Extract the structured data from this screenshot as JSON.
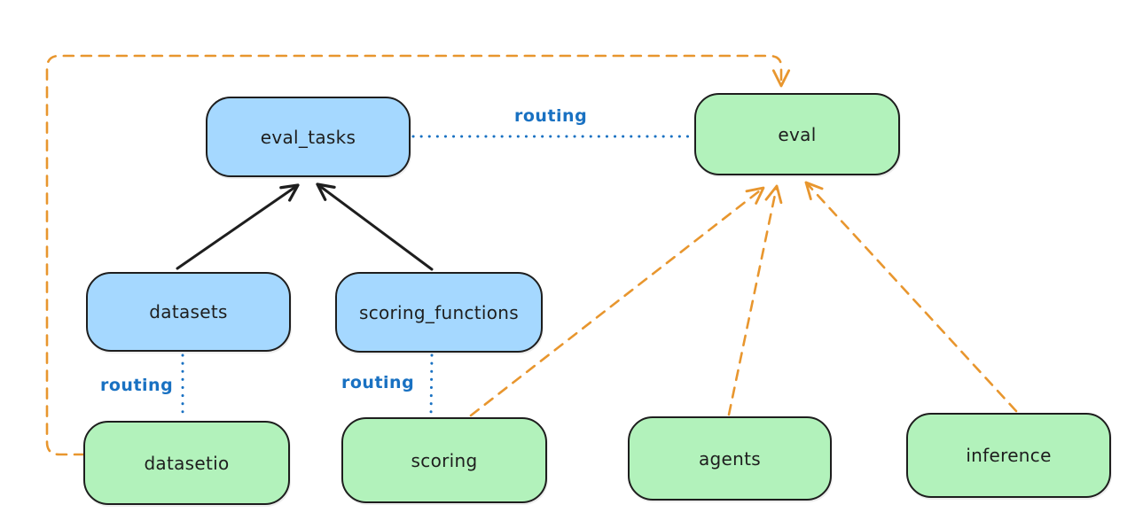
{
  "nodes": {
    "eval_tasks": {
      "label": "eval_tasks",
      "fill": "#a5d8ff"
    },
    "eval": {
      "label": "eval",
      "fill": "#b2f2bb"
    },
    "datasets": {
      "label": "datasets",
      "fill": "#a5d8ff"
    },
    "scoring_functions": {
      "label": "scoring_functions",
      "fill": "#a5d8ff"
    },
    "datasetio": {
      "label": "datasetio",
      "fill": "#b2f2bb"
    },
    "scoring": {
      "label": "scoring",
      "fill": "#b2f2bb"
    },
    "agents": {
      "label": "agents",
      "fill": "#b2f2bb"
    },
    "inference": {
      "label": "inference",
      "fill": "#b2f2bb"
    }
  },
  "labels": {
    "routing_eval_tasks_eval": "routing",
    "routing_datasets_datasetio": "routing",
    "routing_scoring_functions_scoring": "routing"
  },
  "edges": [
    {
      "from": "datasets",
      "to": "eval_tasks",
      "style": "solid",
      "color": "#1e1e1e",
      "arrow": true
    },
    {
      "from": "scoring_functions",
      "to": "eval_tasks",
      "style": "solid",
      "color": "#1e1e1e",
      "arrow": true
    },
    {
      "from": "eval_tasks",
      "to": "eval",
      "style": "dotted",
      "color": "#1971c2",
      "label": "routing",
      "arrow": false
    },
    {
      "from": "datasets",
      "to": "datasetio",
      "style": "dotted",
      "color": "#1971c2",
      "label": "routing",
      "arrow": false
    },
    {
      "from": "scoring_functions",
      "to": "scoring",
      "style": "dotted",
      "color": "#1971c2",
      "label": "routing",
      "arrow": false
    },
    {
      "from": "datasetio",
      "to": "eval",
      "style": "dashed",
      "color": "#e8962e",
      "arrow": true
    },
    {
      "from": "scoring",
      "to": "eval",
      "style": "dashed",
      "color": "#e8962e",
      "arrow": true
    },
    {
      "from": "agents",
      "to": "eval",
      "style": "dashed",
      "color": "#e8962e",
      "arrow": true
    },
    {
      "from": "inference",
      "to": "eval",
      "style": "dashed",
      "color": "#e8962e",
      "arrow": true
    }
  ],
  "colors": {
    "blue_node_fill": "#a5d8ff",
    "green_node_fill": "#b2f2bb",
    "node_stroke": "#1e1e1e",
    "routing_color": "#1971c2",
    "provider_color": "#e8962e",
    "background": "#ffffff"
  }
}
